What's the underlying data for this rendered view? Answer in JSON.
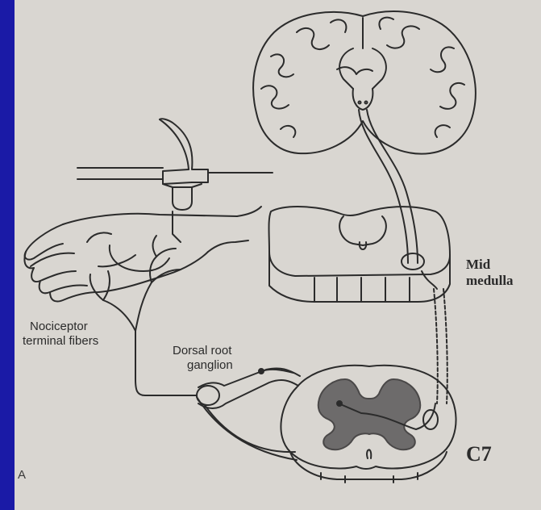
{
  "labels": {
    "mid_medulla_line1": "Mid",
    "mid_medulla_line2": "medulla",
    "nociceptor_line1": "Nociceptor",
    "nociceptor_line2": "terminal fibers",
    "dorsal_root_line1": "Dorsal root",
    "dorsal_root_line2": "ganglion",
    "spinal_level": "C7",
    "panel_letter": "A"
  },
  "colors": {
    "slide_background": "#1a1aa6",
    "paper": "#d9d6d1",
    "ink": "#2b2b2b",
    "gray_matter": "#6d6b6b"
  }
}
